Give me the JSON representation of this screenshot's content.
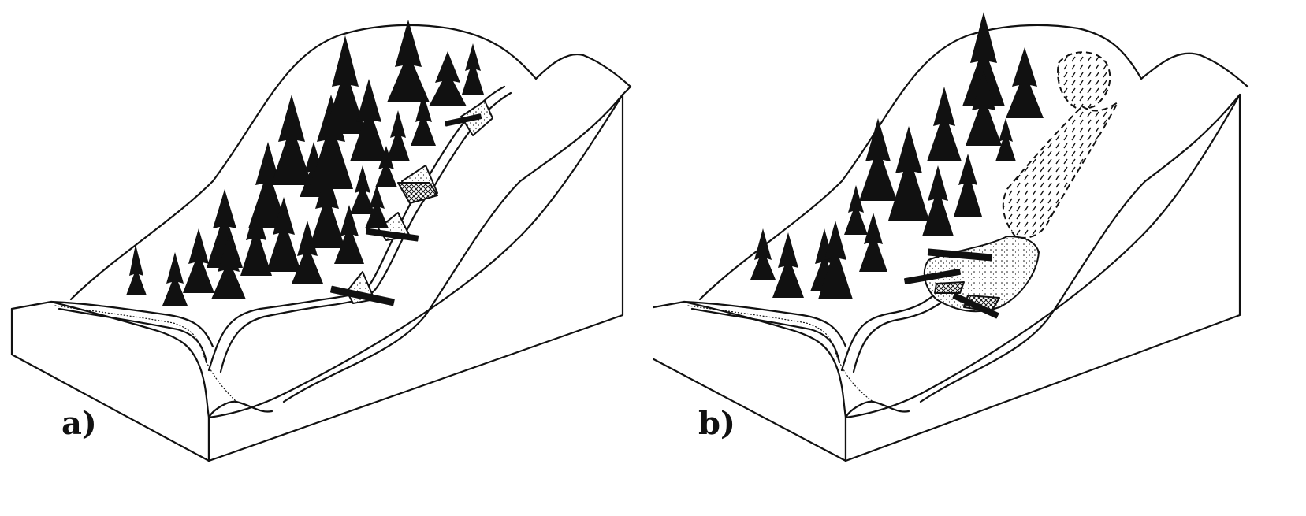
{
  "figure": {
    "panels": [
      {
        "id": "a",
        "label": "a)"
      },
      {
        "id": "b",
        "label": "b)"
      }
    ]
  },
  "colors": {
    "ink": "#111111",
    "paper": "#ffffff"
  }
}
